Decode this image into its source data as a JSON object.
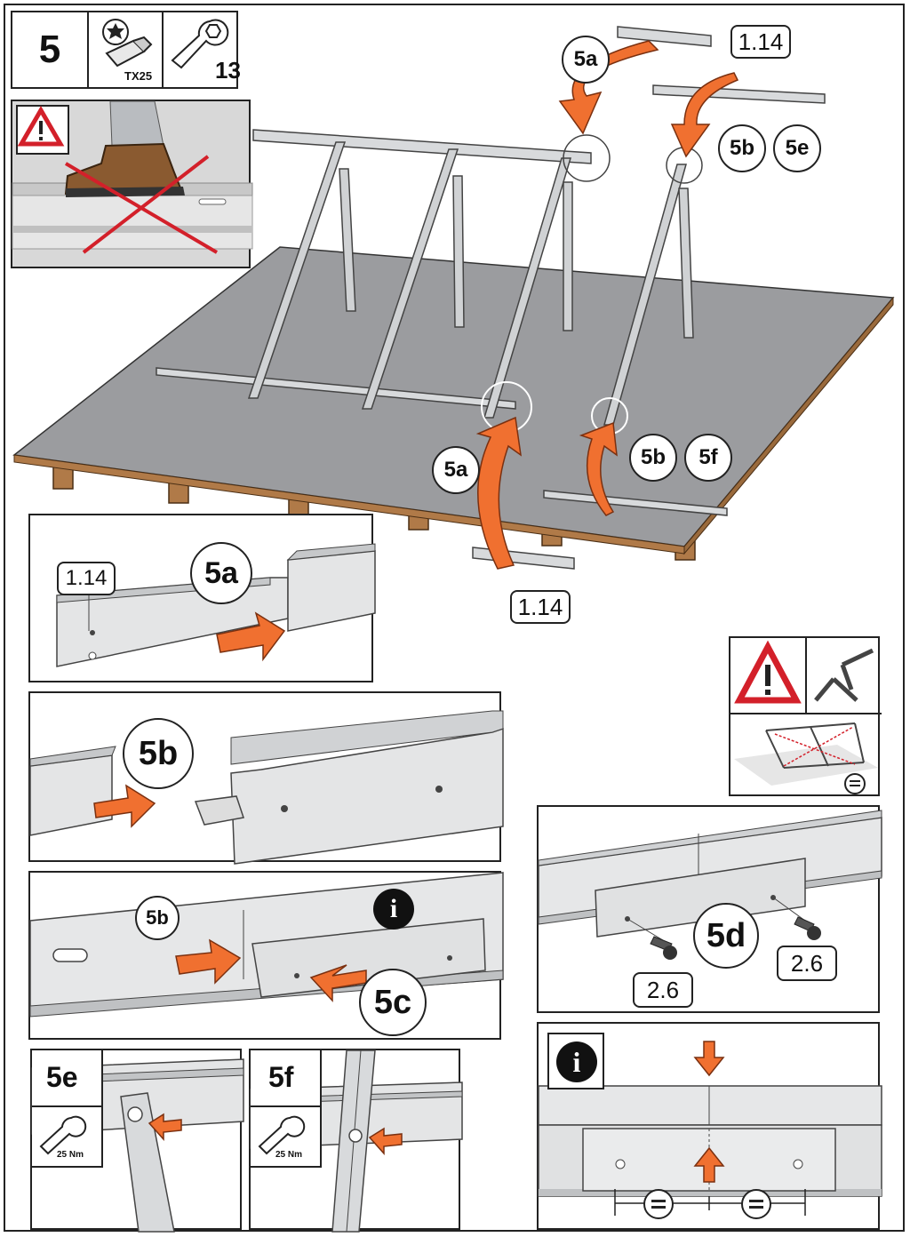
{
  "header": {
    "step": "5",
    "tool_bit": "TX25",
    "wrench_size": "13"
  },
  "main": {
    "callout_5a_top": "5a",
    "callout_5b_top": "5b",
    "callout_5e_top": "5e",
    "callout_5a_bottom": "5a",
    "callout_5b_bottom": "5b",
    "callout_5f_bottom": "5f",
    "part_top": "1.14",
    "part_bottom": "1.14"
  },
  "detail_5a": {
    "part": "1.14",
    "callout": "5a"
  },
  "detail_5b": {
    "callout": "5b"
  },
  "detail_5c": {
    "callout_b": "5b",
    "callout_c": "5c"
  },
  "detail_5d": {
    "callout": "5d",
    "screw_left": "2.6",
    "screw_right": "2.6"
  },
  "detail_5e": {
    "step": "5e",
    "torque": "25 Nm"
  },
  "detail_5f": {
    "step": "5f",
    "torque": "25 Nm"
  },
  "colors": {
    "arrow": "#f07030",
    "metal": "#d4d6d8",
    "deck": "#9a9b9d",
    "wood": "#b07a48",
    "warning_red": "#d3202a"
  },
  "icons": [
    "warning-icon",
    "info-icon",
    "torx-bit-icon",
    "wrench-icon",
    "equal-icon"
  ]
}
